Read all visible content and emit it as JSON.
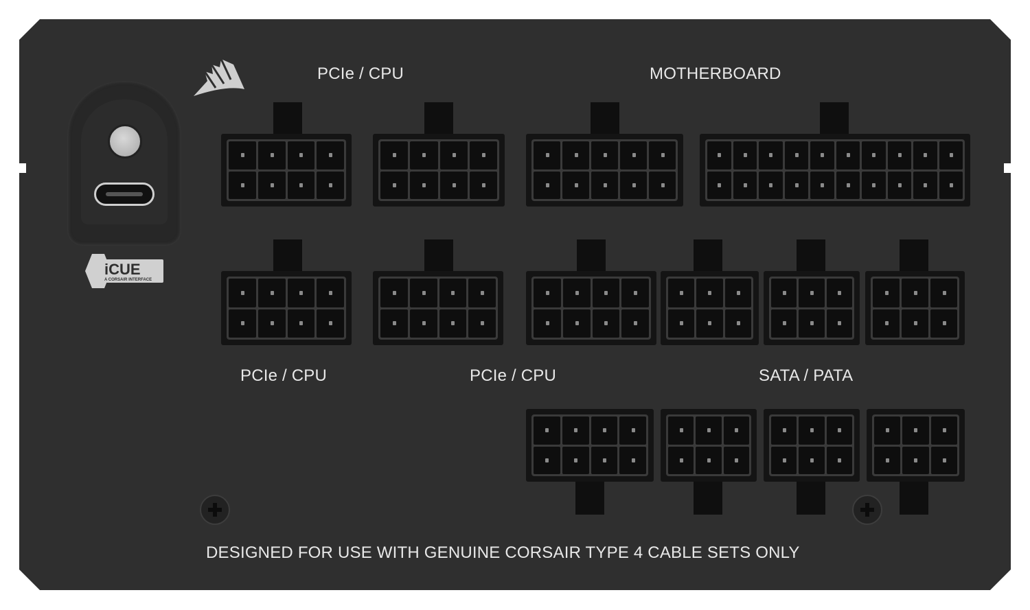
{
  "brand": {
    "logo": "corsair-sails-logo",
    "icue_logo_text": "iCUE",
    "icue_tagline": "A CORSAIR INTERFACE"
  },
  "labels": {
    "top_left": "PCIe / CPU",
    "top_right": "MOTHERBOARD",
    "mid_left": "PCIe / CPU",
    "mid_center": "PCIe / CPU",
    "mid_right": "SATA / PATA"
  },
  "footer_text": "DESIGNED FOR USE WITH GENUINE CORSAIR TYPE 4 CABLE SETS ONLY",
  "colors": {
    "panel": "#2f2f2f",
    "text": "#e8e8e8",
    "connector": "#141414"
  }
}
